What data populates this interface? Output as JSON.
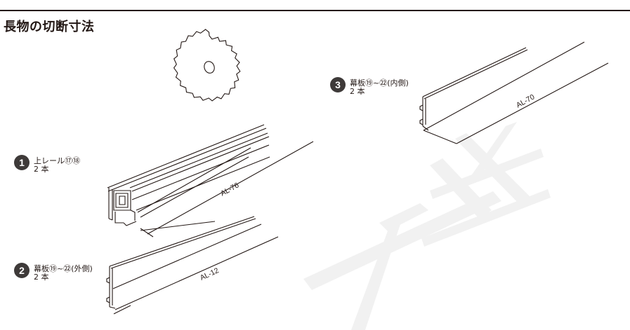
{
  "page": {
    "title": "長物の切断寸法"
  },
  "items": [
    {
      "number": "1",
      "name": "上レール⑰⑱",
      "quantity": "2 本",
      "dimension": "AL-76"
    },
    {
      "number": "2",
      "name": "幕板⑲~㉒(外側)",
      "quantity": "2 本",
      "dimension": "AL-12"
    },
    {
      "number": "3",
      "name": "幕板⑲~㉒(内側)",
      "quantity": "2 本",
      "dimension": "AL-70"
    }
  ],
  "illustrations": {
    "saw_blade_icon": "circular-saw-blade-icon",
    "watermark": "faint-gray-kanji-watermark"
  },
  "colors": {
    "ink": "#231815",
    "badge": "#3e3a39",
    "watermark": "#f1f1f1"
  }
}
